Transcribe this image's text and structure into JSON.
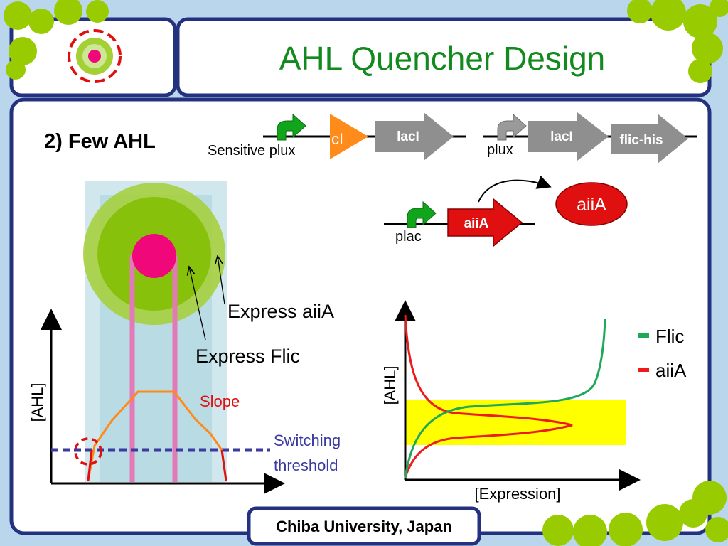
{
  "slide": {
    "title": "AHL Quencher Design",
    "footer": "Chiba University, Japan"
  },
  "section": {
    "heading": "2) Few AHL"
  },
  "colors": {
    "title": "#138a1f",
    "frame": "#24317f",
    "bubble_green": "#99cc00",
    "promoter_green": "#11a51b",
    "promoter_gray": "#9a9a9a",
    "gene_gray": "#8f8f8f",
    "repressor_orange": "#ff8c1a",
    "aiia_red": "#e01010",
    "magenta": "#f0087a",
    "cell_outer": "#a4cf35",
    "cell_inner": "#87c10c",
    "column_blue": "#a9d3de",
    "profile_orange": "#ff8a1a",
    "threshold_blue": "#3a3aa0",
    "band_yellow": "#ffff00",
    "flic_green": "#1fa85a",
    "aiia_curve_red": "#ee1b1b"
  },
  "circuit": {
    "sensitive_plux": "Sensitive plux",
    "cI": "cI",
    "lacI_1": "lacI",
    "plux": "plux",
    "lacI_2": "lacI",
    "flic_his": "flic-his",
    "plac": "plac",
    "aiiA_gene": "aiiA",
    "aiiA_protein": "aiiA"
  },
  "left_plot": {
    "ylabel": "[AHL]",
    "express_aiia": "Express aiiA",
    "express_flic": "Express Flic",
    "slope": "Slope",
    "threshold_line1": "Switching",
    "threshold_line2": "threshold"
  },
  "right_plot": {
    "ylabel": "[AHL]",
    "xlabel": "[Expression]",
    "legend": [
      {
        "name": "Flic",
        "color": "#1fa85a"
      },
      {
        "name": "aiiA",
        "color": "#ee1b1b"
      }
    ]
  }
}
